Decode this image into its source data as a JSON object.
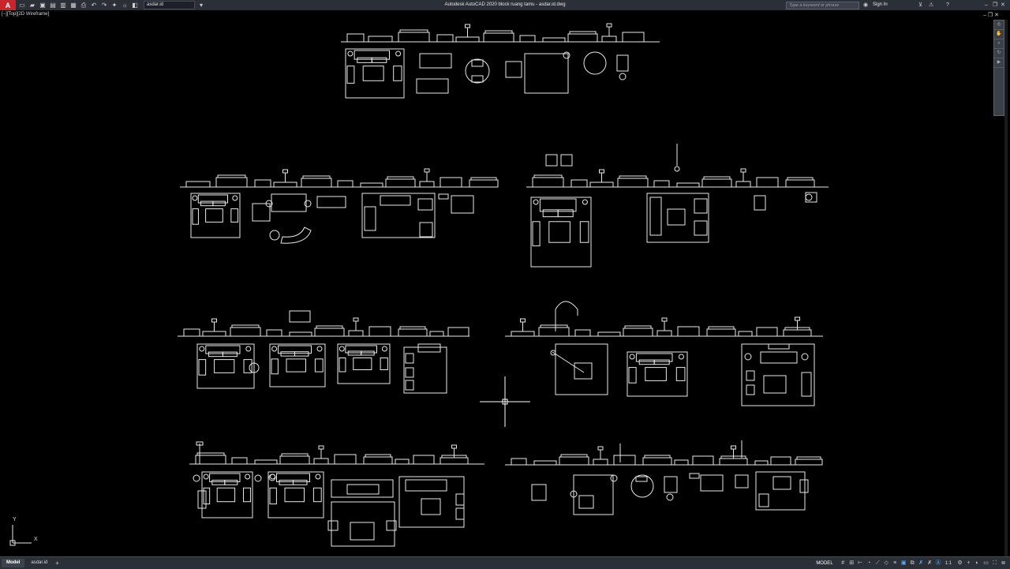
{
  "titlebar": {
    "app_button": "A",
    "workspace": "asdar.id",
    "title": "Autodesk AutoCAD 2020    block ruang tamu - asdar.id.dwg",
    "search_placeholder": "Type a keyword or phrase",
    "sign_in": "Sign In"
  },
  "viewport": {
    "label": "[−][Top][2D Wireframe]"
  },
  "ucs": {
    "x": "X",
    "y": "Y"
  },
  "status": {
    "tabs": [
      "Model",
      "asdar.id"
    ],
    "add_tab": "+",
    "model_label": "MODEL",
    "scale": "1:1"
  },
  "colors": {
    "titlebar": "#2b2f38",
    "background": "#000000",
    "lines": "#e8e8e8",
    "accent": "#c8252c"
  }
}
